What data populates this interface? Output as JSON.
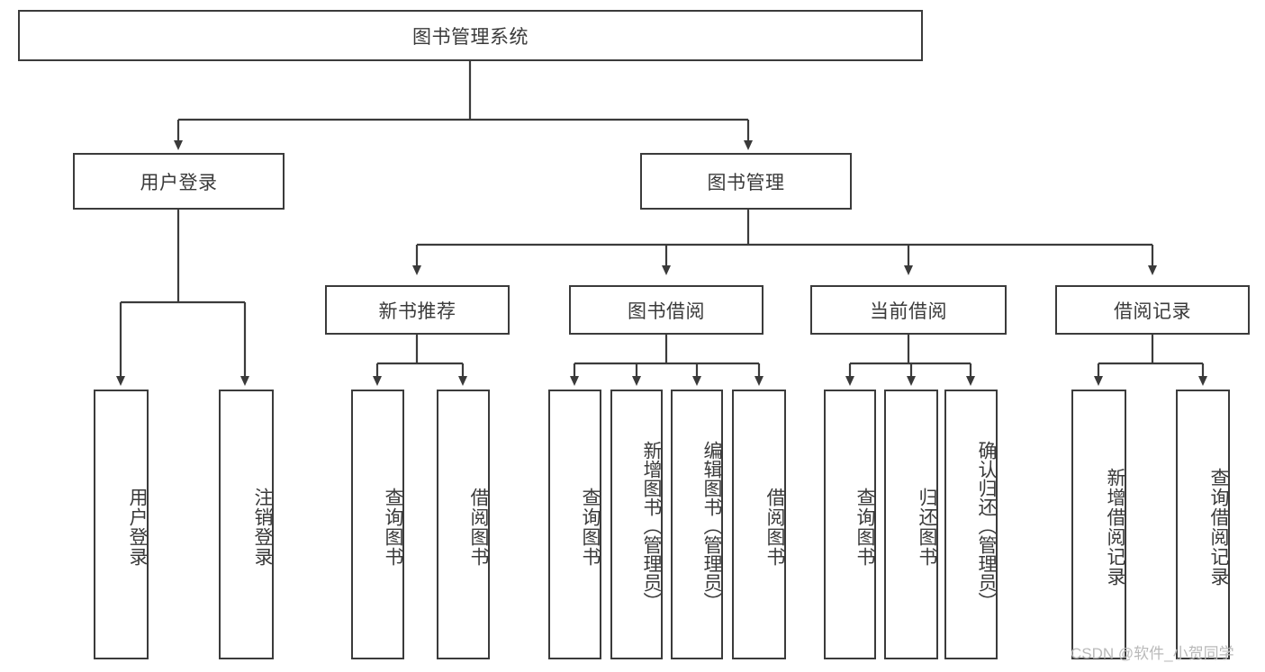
{
  "diagram": {
    "type": "tree-hierarchy-chart",
    "title_node": "图书管理系统",
    "line_color": "#3b3b3b",
    "box_fill": "#ffffff",
    "text_color": "#3a3a3a",
    "levels": {
      "root": {
        "label": "图书管理系统"
      },
      "level2": [
        {
          "label": "用户登录"
        },
        {
          "label": "图书管理"
        }
      ],
      "level3": [
        {
          "label": "新书推荐"
        },
        {
          "label": "图书借阅"
        },
        {
          "label": "当前借阅"
        },
        {
          "label": "借阅记录"
        }
      ],
      "leaves": {
        "user_login": [
          {
            "label": "用户登录"
          },
          {
            "label": "注销登录"
          }
        ],
        "new_book_recommend": [
          {
            "label": "查询图书"
          },
          {
            "label": "借阅图书"
          }
        ],
        "book_borrow": [
          {
            "label": "查询图书"
          },
          {
            "label": "新增图书（管理员）"
          },
          {
            "label": "编辑图书（管理员）"
          },
          {
            "label": "借阅图书"
          }
        ],
        "current_borrow": [
          {
            "label": "查询图书"
          },
          {
            "label": "归还图书"
          },
          {
            "label": "确认归还（管理员）"
          }
        ],
        "borrow_records": [
          {
            "label": "新增借阅记录"
          },
          {
            "label": "查询借阅记录"
          }
        ]
      }
    }
  },
  "watermark": {
    "text": "CSDN @软件_小贺同学"
  }
}
